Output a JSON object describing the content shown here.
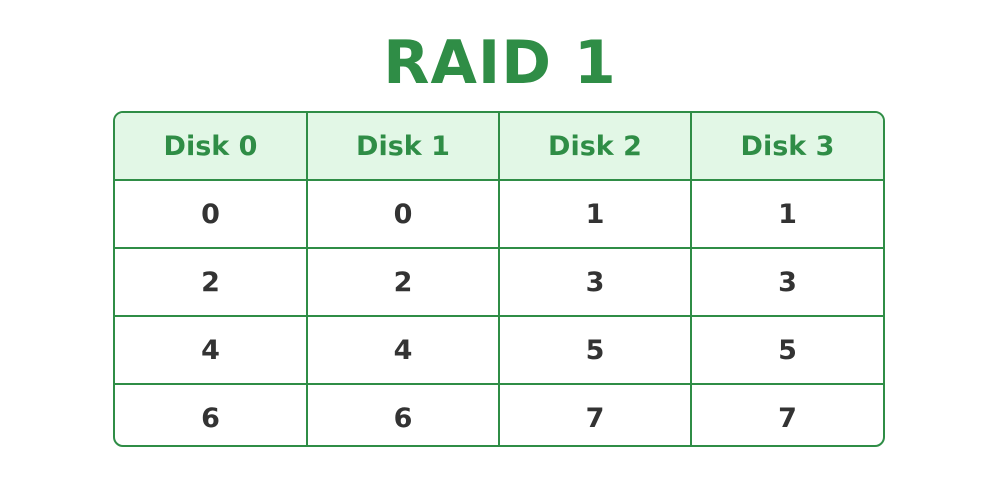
{
  "title": "RAID 1",
  "colors": {
    "accent": "#2f8d46",
    "header_bg": "#e2f7e6",
    "cell_text": "#333333"
  },
  "table": {
    "headers": [
      "Disk 0",
      "Disk 1",
      "Disk 2",
      "Disk 3"
    ],
    "rows": [
      [
        "0",
        "0",
        "1",
        "1"
      ],
      [
        "2",
        "2",
        "3",
        "3"
      ],
      [
        "4",
        "4",
        "5",
        "5"
      ],
      [
        "6",
        "6",
        "7",
        "7"
      ]
    ]
  }
}
